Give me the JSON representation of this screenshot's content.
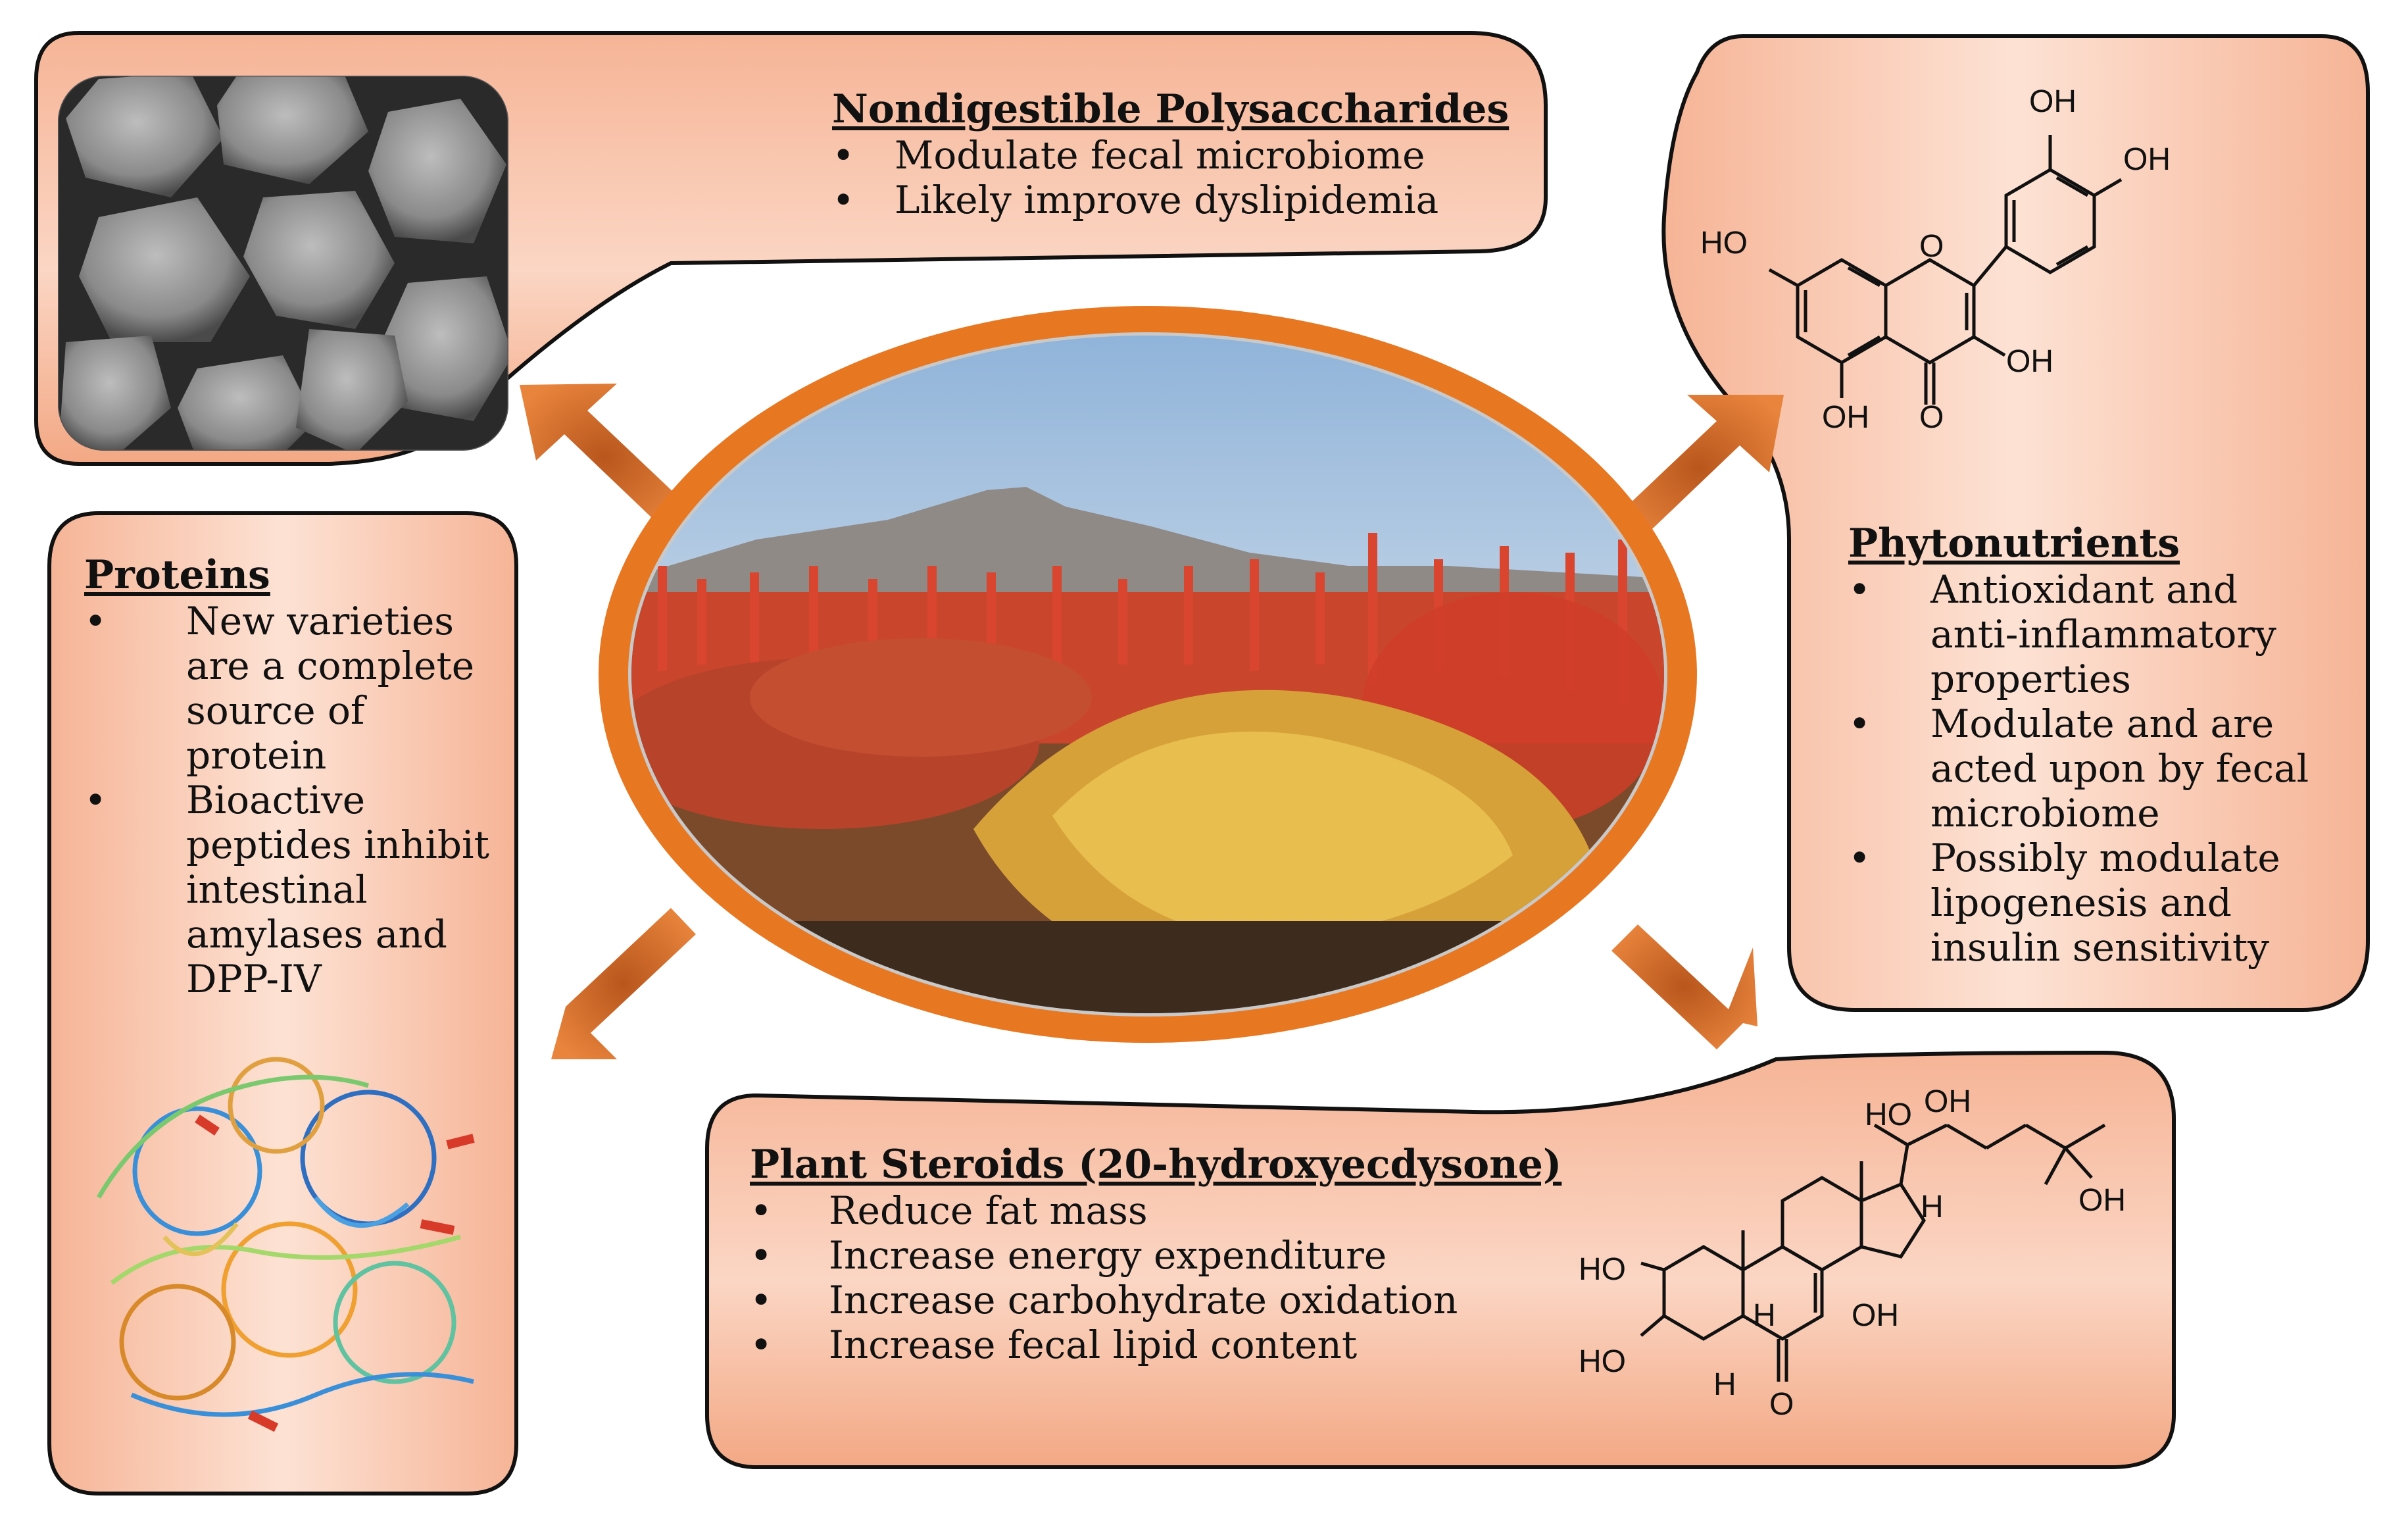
{
  "nondigestible_polysaccharides": {
    "title": "Nondigestible Polysaccharides",
    "items": [
      "Modulate fecal microbiome",
      "Likely improve dyslipidemia"
    ]
  },
  "proteins": {
    "title": "Proteins",
    "items": [
      "New varieties are a complete source of protein",
      "Bioactive peptides inhibit intestinal amylases and DPP-IV"
    ]
  },
  "phytonutrients": {
    "title": "Phytonutrients",
    "items": [
      "Antioxidant and anti-inflammatory properties",
      "Modulate and are acted upon by fecal microbiome",
      "Possibly modulate lipogenesis and insulin sensitivity"
    ]
  },
  "plant_steroids": {
    "title": "Plant Steroids (20-hydroxyecdysone)",
    "items": [
      "Reduce fat mass",
      "Increase energy expenditure",
      "Increase carbohydrate oxidation",
      "Increase fecal lipid content"
    ]
  },
  "quercetin_labels": {
    "oh_a": "OH",
    "oh_b": "OH",
    "ho_left": "HO",
    "ring_o": "O",
    "oh_c": "OH",
    "oh_bottom": "OH",
    "carbonyl_o": "O"
  },
  "ecdysone_labels": {
    "ho_top": "HO",
    "oh_top": "OH",
    "h_side": "H",
    "oh_side": "OH",
    "ho_a": "HO",
    "ho_b": "HO",
    "h_mid": "H",
    "oh_mid": "OH",
    "h_low": "H",
    "o_low": "O"
  },
  "colors": {
    "panel_fill": "#f5b89a",
    "panel_light": "#fde6dc",
    "ring": "#e87722",
    "arrow": "#e07a2e"
  }
}
